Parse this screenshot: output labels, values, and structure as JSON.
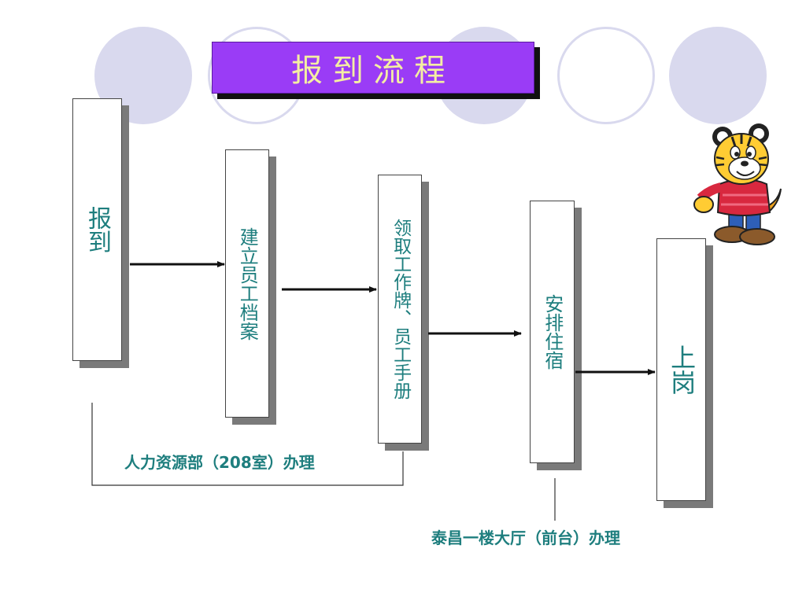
{
  "title": "报到流程",
  "steps": [
    {
      "id": "report",
      "label": "报到"
    },
    {
      "id": "file",
      "label": "建立员工档案"
    },
    {
      "id": "badge",
      "label": "领取工作牌、员工手册"
    },
    {
      "id": "lodging",
      "label": "安排住宿"
    },
    {
      "id": "onduty",
      "label": "上岗"
    }
  ],
  "notes": {
    "hr": "人力资源部（208室）办理",
    "front_desk": "泰昌一楼大厅（前台）办理"
  },
  "colors": {
    "title_bg": "#9a3cf6",
    "title_text": "#f4eea3",
    "step_text": "#1e7e7e",
    "decor_circle": "#d9d9ee"
  },
  "decoration": {
    "mascot": "tiger-cartoon"
  }
}
